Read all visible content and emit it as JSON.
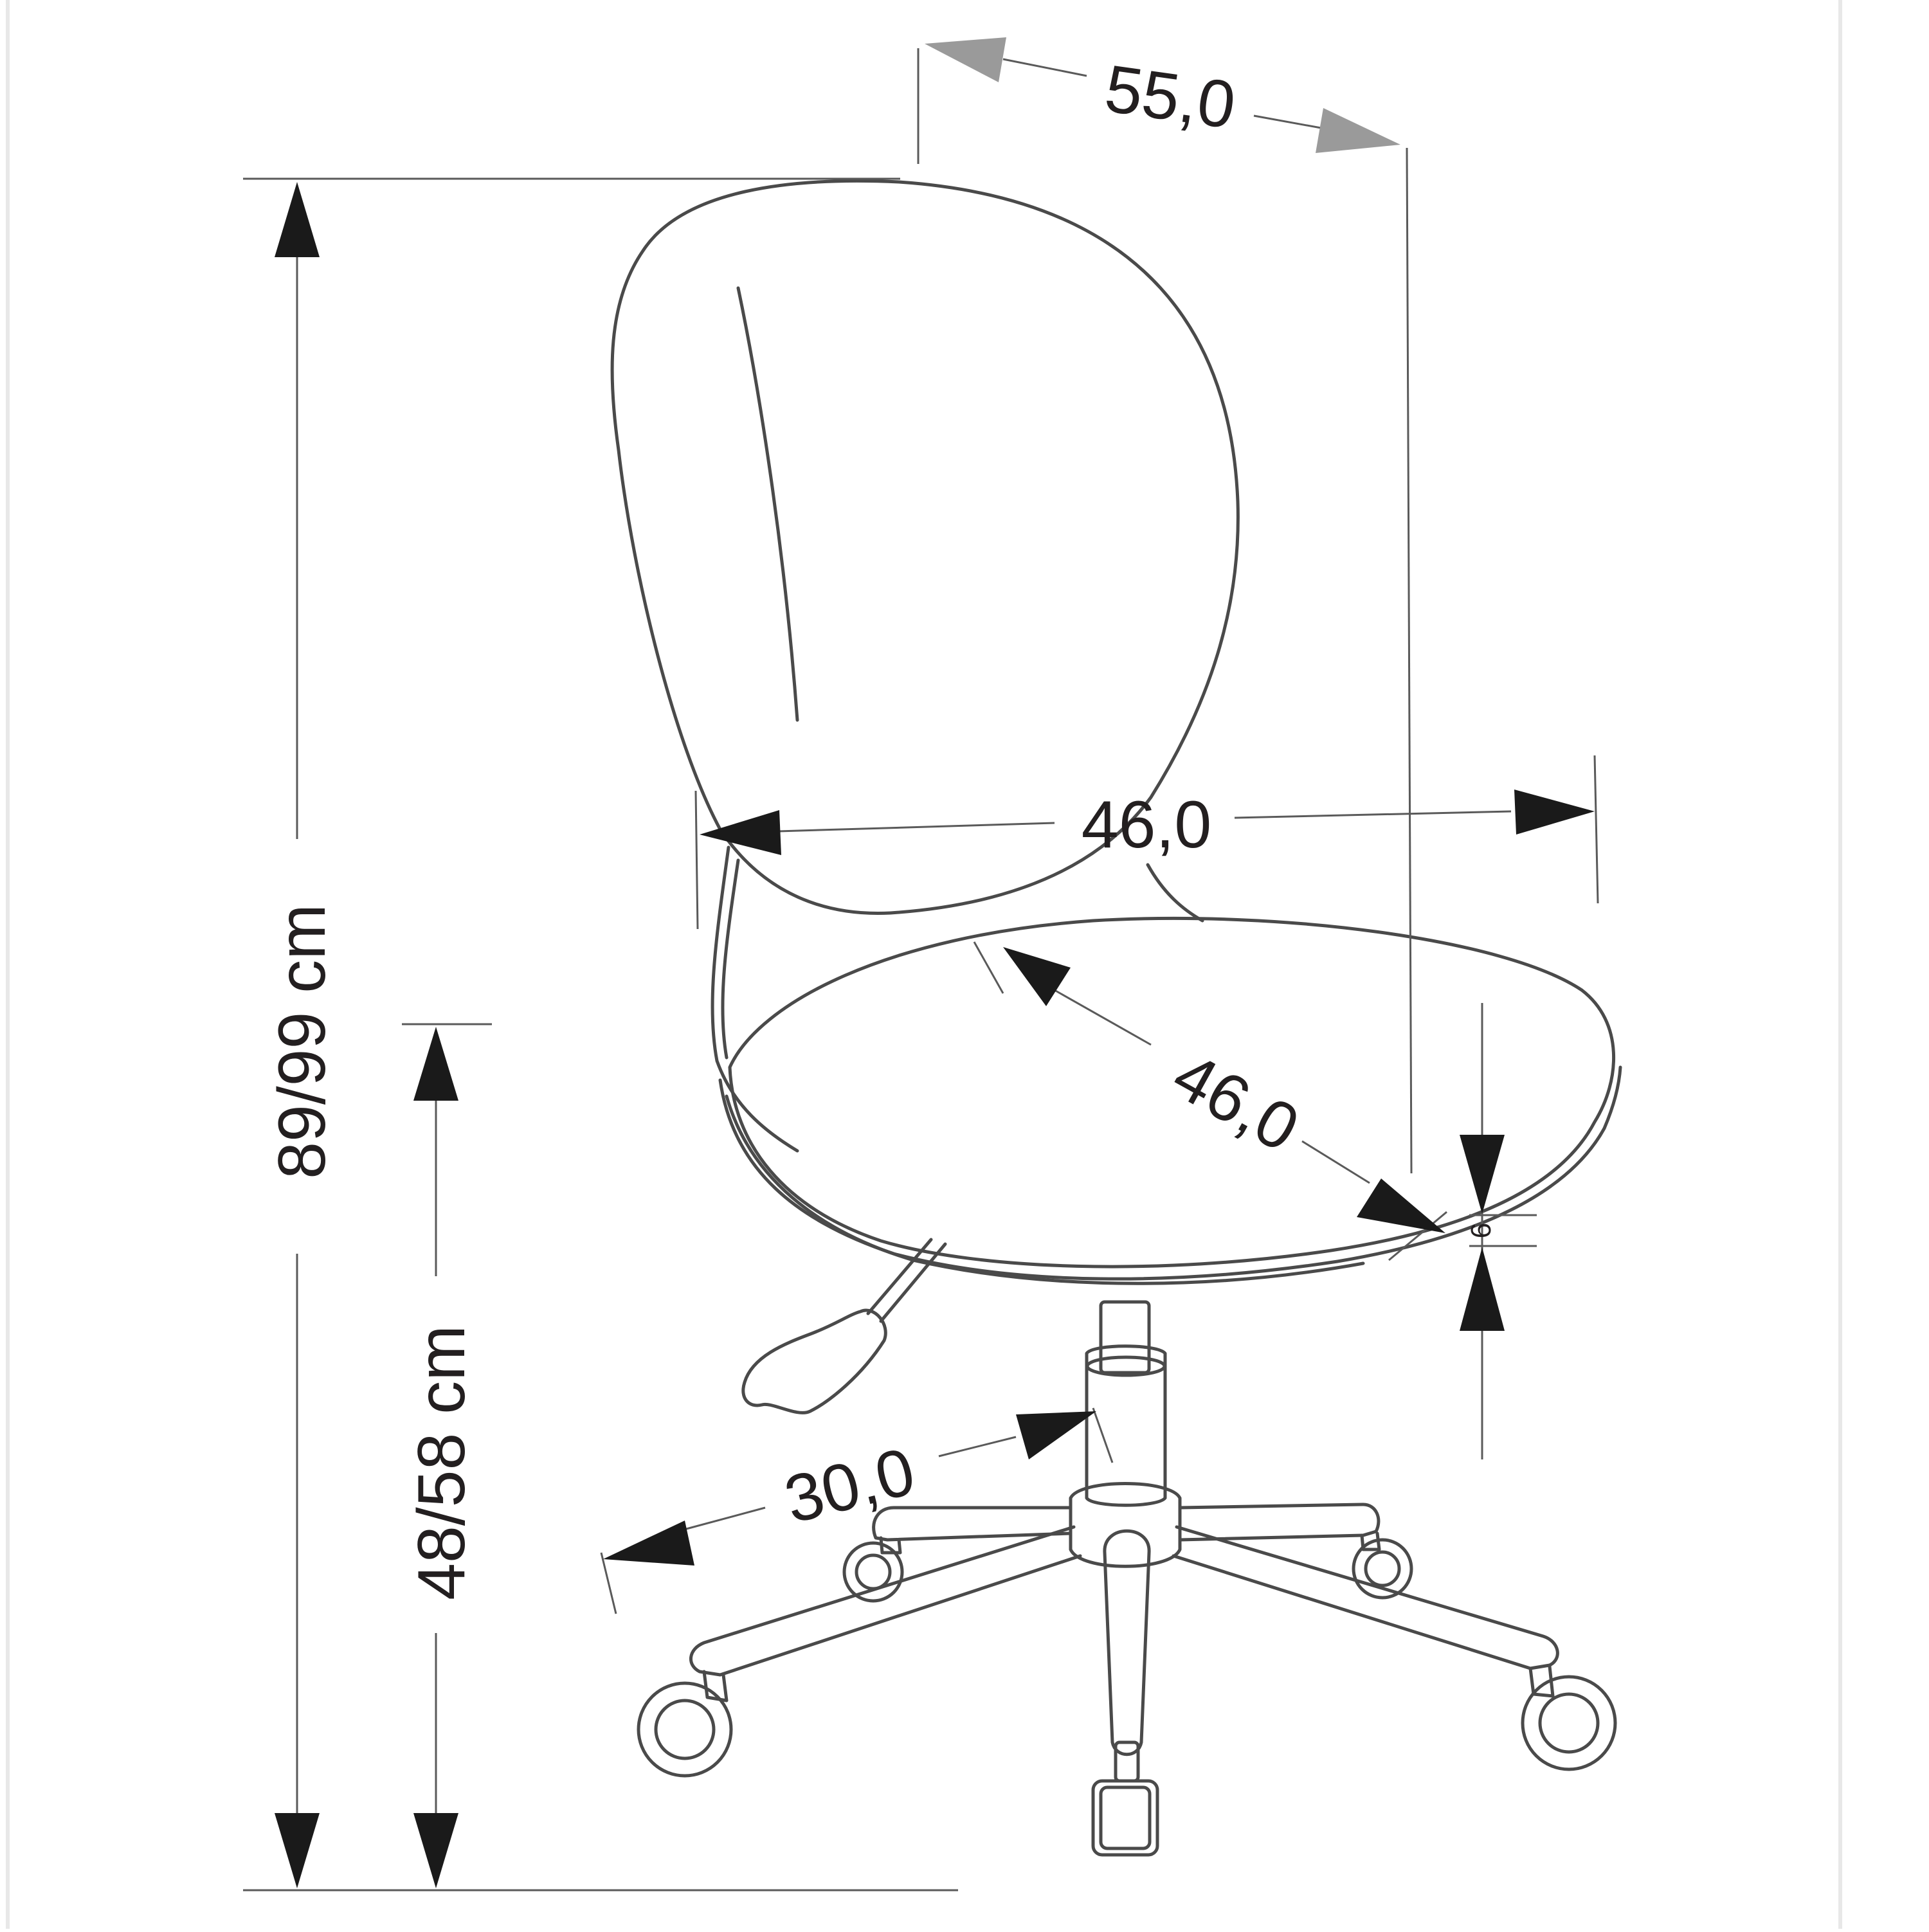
{
  "dimensions": {
    "total_height": "89/99 cm",
    "seat_height": "48/58 cm",
    "overall_depth": "55,0",
    "backrest_width": "46,0",
    "seat_width": "46,0",
    "base_radius": "30,0",
    "seat_thickness": "6"
  },
  "colors": {
    "outline": "#4a4a4a",
    "dim_line": "#5a5a5a",
    "arrow_dark": "#1a1a1a",
    "arrow_grey": "#9a9a9a",
    "frame": "#e6e6e6"
  }
}
